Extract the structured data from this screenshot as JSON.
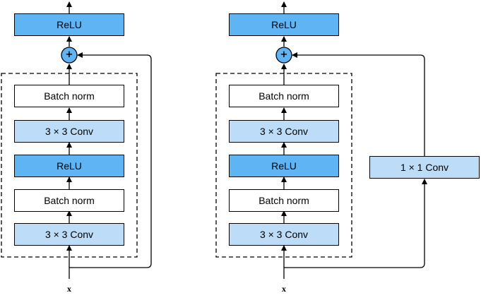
{
  "left_block": {
    "top_relu": "ReLU",
    "batch_norm_1": "Batch norm",
    "conv_2": "3 × 3 Conv",
    "relu_mid": "ReLU",
    "batch_norm_2": "Batch norm",
    "conv_1": "3 × 3 Conv",
    "plus_symbol": "+",
    "input_label": "x"
  },
  "right_block": {
    "top_relu": "ReLU",
    "batch_norm_1": "Batch norm",
    "conv_2": "3 × 3 Conv",
    "relu_mid": "ReLU",
    "batch_norm_2": "Batch norm",
    "conv_1": "3 × 3 Conv",
    "shortcut_conv": "1 × 1 Conv",
    "plus_symbol": "+",
    "input_label": "x"
  },
  "colors": {
    "relu_fill": "#5fb4f3",
    "conv_fill": "#bcdcf8",
    "batch_norm_fill": "#ffffff",
    "line": "#000000"
  }
}
